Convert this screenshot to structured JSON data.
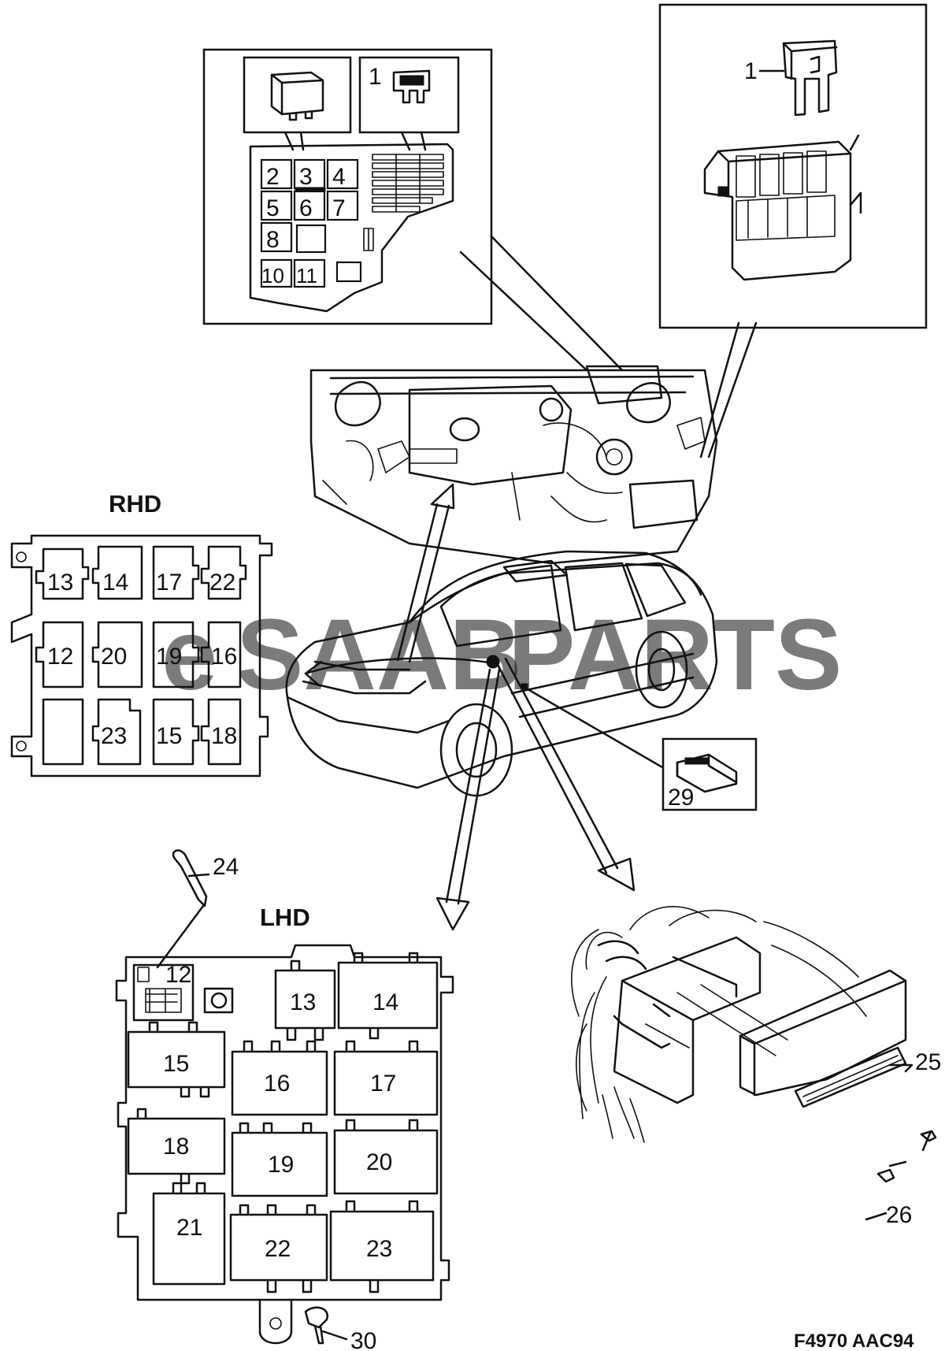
{
  "watermark": {
    "text_e": "e",
    "text_saab": "SAAB",
    "text_parts": "PARTS",
    "color": "#e98c92"
  },
  "headings": {
    "rhd": "RHD",
    "lhd": "LHD"
  },
  "figure_code": "F4970 AAC94",
  "callouts": {
    "fuse_small": "1",
    "fuse_large": "1",
    "screw_pin": "24",
    "control_unit": "25",
    "bolts": "26",
    "module": "29",
    "screw_bottom": "30"
  },
  "main_box_labels": [
    "2",
    "3",
    "4",
    "5",
    "6",
    "7",
    "8",
    "10",
    "11"
  ],
  "rhd_relays": [
    "13",
    "14",
    "17",
    "22",
    "12",
    "20",
    "19",
    "16",
    "23",
    "15",
    "18"
  ],
  "lhd_relays": {
    "r12": "12",
    "r13": "13",
    "r14": "14",
    "r15": "15",
    "r16": "16",
    "r17": "17",
    "r18": "18",
    "r19": "19",
    "r20": "20",
    "r21": "21",
    "r22": "22",
    "r23": "23"
  }
}
